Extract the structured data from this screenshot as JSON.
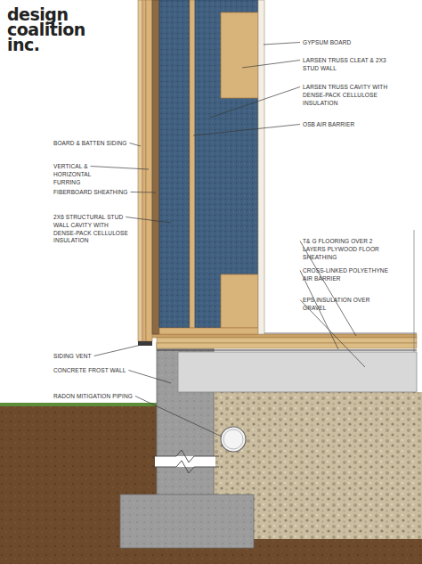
{
  "diagram": {
    "labels": [
      "design coalition inc.",
      "GYPSUM BOARD",
      "LARSEN TRUSS CLEAT & 2X3 STUD WALL",
      "LARSEN TRUSS CAVITY WITH DENSE-PACK CELLULOSE INSULATION",
      "OSB AIR BARRIER",
      "BOARD & BATTEN SIDING",
      "VERTICAL & HORIZONTAL FURRING",
      "FIBERBOARD SHEATHING",
      "2X6 STRUCTURAL STUD WALL CAVITY WITH DENSE-PACK CELLULOSE INSULATION",
      "T& G FLOORING OVER 2 LAYERS PLYWOOD FLOOR SHEATHING",
      "CROSS-LINKED POLYETHYNE AIR BARRIER",
      "EPS INSULATION OVER GRAVEL",
      "SIDING VENT",
      "CONCRETE FROST WALL",
      "RADON MITIGATION PIPING"
    ]
  }
}
